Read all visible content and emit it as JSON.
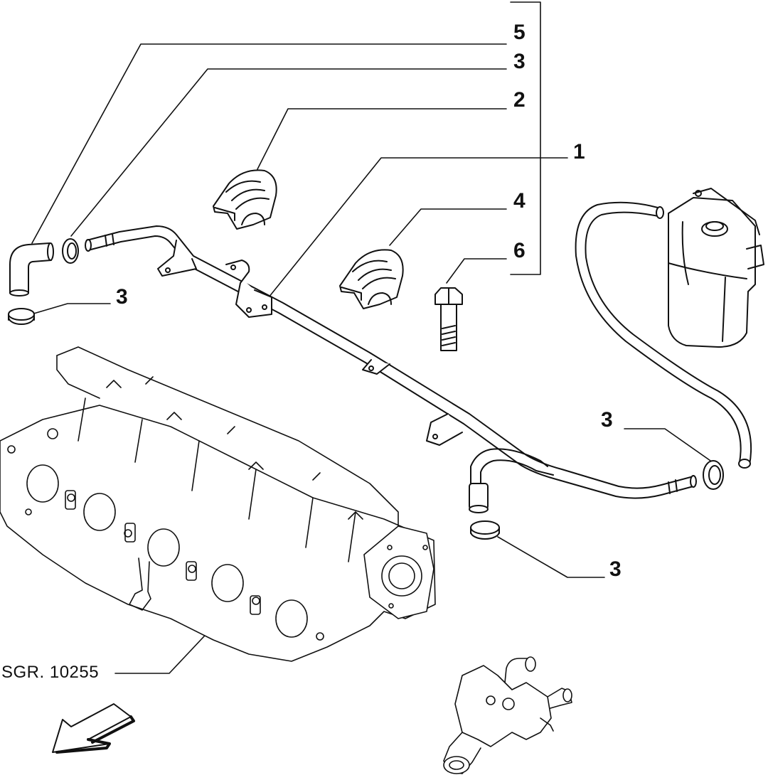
{
  "diagram": {
    "callouts": [
      {
        "id": "c5",
        "label": "5"
      },
      {
        "id": "c3a",
        "label": "3"
      },
      {
        "id": "c2",
        "label": "2"
      },
      {
        "id": "c1",
        "label": "1"
      },
      {
        "id": "c4",
        "label": "4"
      },
      {
        "id": "c6",
        "label": "6"
      },
      {
        "id": "c3b",
        "label": "3"
      },
      {
        "id": "c3c",
        "label": "3"
      },
      {
        "id": "c3d",
        "label": "3"
      }
    ],
    "reference": {
      "label": "SGR. 10255"
    },
    "parts": [
      "hose-elbow",
      "hose-clamp",
      "pipe-clamp",
      "coolant-pipe",
      "bolt",
      "intake-manifold",
      "expansion-tank",
      "overflow-hose",
      "thermostat-housing",
      "direction-arrow"
    ],
    "colors": {
      "line": "#111111",
      "background": "#ffffff"
    }
  }
}
